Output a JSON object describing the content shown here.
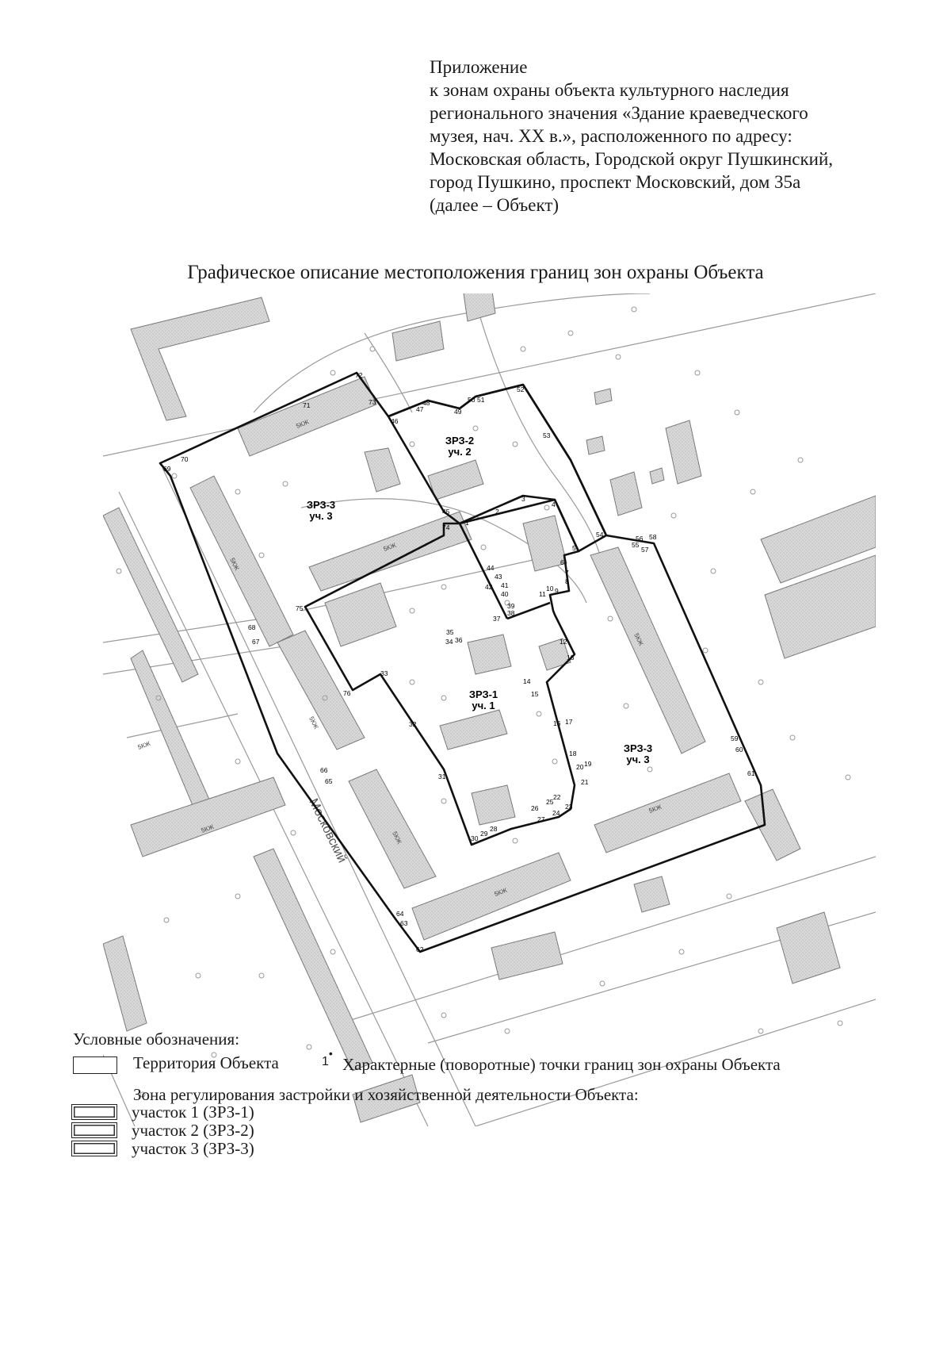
{
  "header": {
    "appendix_lines": [
      "Приложение",
      "к зонам охраны объекта культурного наследия",
      "регионального значения «Здание краеведческого",
      "музея, нач. XX в.», расположенного по адресу:",
      "Московская область, Городской округ Пушкинский,",
      "город Пушкино, проспект Московский, дом 35а",
      "(далее – Объект)"
    ],
    "title": "Графическое описание местоположения границ зон охраны Объекта"
  },
  "map": {
    "zone_labels": [
      {
        "id": "zrz1",
        "line1": "ЗРЗ-1",
        "line2": "уч. 1"
      },
      {
        "id": "zrz2",
        "line1": "ЗРЗ-2",
        "line2": "уч. 2"
      },
      {
        "id": "zrz3a",
        "line1": "ЗРЗ-3",
        "line2": "уч. 3"
      },
      {
        "id": "zrz3b",
        "line1": "ЗРЗ-3",
        "line2": "уч. 3"
      }
    ],
    "street_label": "Московский",
    "building_tag": "5КЖ"
  },
  "legend": {
    "heading": "Условные обозначения:",
    "territory": "Территория Объекта",
    "points_label": "Характерные (поворотные) точки границ зон охраны Объекта",
    "points_symbol": "1",
    "zone_heading": "Зона регулирования застройки и хозяйственной деятельности Объекта:",
    "items": [
      "участок 1 (ЗРЗ-1)",
      "участок 2 (ЗРЗ-2)",
      "участок 3 (ЗРЗ-3)"
    ]
  }
}
